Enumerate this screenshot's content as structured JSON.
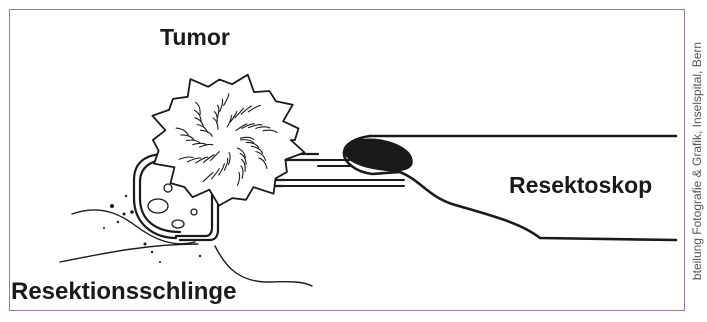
{
  "labels": {
    "tumor": "Tumor",
    "resectoscope": "Resektoskop",
    "resection_loop": "Resektionsschlinge"
  },
  "credit": "bteilung Fotografie & Grafik, Inselspital, Bern",
  "colors": {
    "frame": "#9b7aa3",
    "ink": "#1a1a1a",
    "credit": "#555555"
  }
}
